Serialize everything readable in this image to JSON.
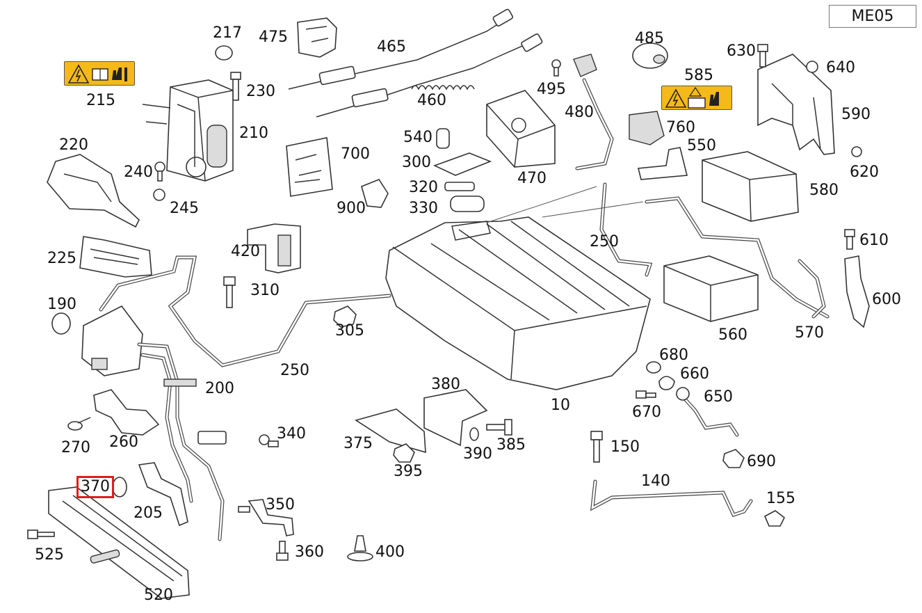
{
  "sheet_code": "ME05",
  "highlighted_label": "370",
  "labels": [
    "217",
    "475",
    "465",
    "485",
    "630",
    "640",
    "215",
    "230",
    "460",
    "495",
    "585",
    "480",
    "760",
    "590",
    "210",
    "540",
    "220",
    "700",
    "550",
    "300",
    "240",
    "470",
    "620",
    "320",
    "245",
    "580",
    "900",
    "330",
    "420",
    "250",
    "610",
    "225",
    "310",
    "190",
    "305",
    "600",
    "560",
    "570",
    "250",
    "200",
    "680",
    "660",
    "380",
    "650",
    "10",
    "670",
    "270",
    "260",
    "340",
    "375",
    "390",
    "385",
    "150",
    "395",
    "690",
    "140",
    "370",
    "350",
    "155",
    "205",
    "360",
    "400",
    "525",
    "520"
  ],
  "warning_badges": [
    {
      "name": "warning-label-215",
      "color": "#f6b91a"
    },
    {
      "name": "warning-label-585",
      "color": "#f6b91a"
    }
  ],
  "highlight_color": "#e31b1b"
}
